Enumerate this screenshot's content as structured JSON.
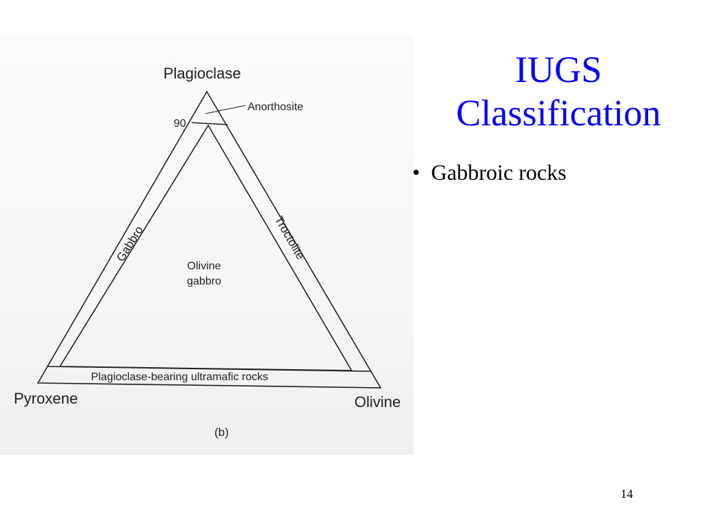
{
  "slide": {
    "title_line1": "IUGS",
    "title_line2": "Classification",
    "bullets": [
      "Gabbroic rocks"
    ],
    "page_number": "14"
  },
  "diagram": {
    "apex_labels": {
      "top": "Plagioclase",
      "bottom_left": "Pyroxene",
      "bottom_right": "Olivine"
    },
    "tick_value": "90",
    "field_labels": {
      "anorthosite": "Anorthosite",
      "gabbro": "Gabbro",
      "troctolite": "Troctolite",
      "olivine_gabbro_line1": "Olivine",
      "olivine_gabbro_line2": "gabbro",
      "ultramafic": "Plagioclase-bearing ultramafic rocks"
    },
    "caption": "(b)",
    "colors": {
      "line": "#1e1e1e",
      "title": "#0000ff"
    }
  }
}
